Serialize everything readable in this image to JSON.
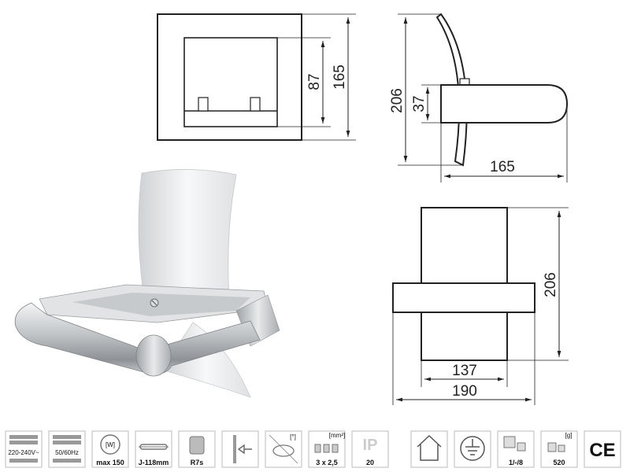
{
  "front_view": {
    "inner_height": "87",
    "outer_height": "165"
  },
  "side_view": {
    "total_height": "206",
    "arm_height": "37",
    "depth": "165"
  },
  "top_view": {
    "height": "206",
    "inner_width": "137",
    "outer_width": "190"
  },
  "icons": [
    {
      "name": "voltage-icon",
      "label": "220-240V~"
    },
    {
      "name": "frequency-icon",
      "label": "50/60Hz"
    },
    {
      "name": "wattage-icon",
      "label": "max 150",
      "unit": "[W]"
    },
    {
      "name": "lamp-length-icon",
      "label": "J-118mm"
    },
    {
      "name": "lamp-base-icon",
      "label": "R7s"
    },
    {
      "name": "wall-mount-icon",
      "label": ""
    },
    {
      "name": "rotation-icon",
      "label": "",
      "unit": "[°]"
    },
    {
      "name": "wire-section-icon",
      "label": "3 x 2,5",
      "unit": "[mm²]"
    },
    {
      "name": "ip-rating-icon",
      "label": "20",
      "title": "IP"
    },
    {
      "name": "indoor-icon",
      "label": ""
    },
    {
      "name": "ground-icon",
      "label": ""
    },
    {
      "name": "package-icon",
      "label": "1/-/8"
    },
    {
      "name": "weight-icon",
      "label": "520",
      "unit": "[g]"
    },
    {
      "name": "ce-mark-icon",
      "label": "CE"
    }
  ]
}
